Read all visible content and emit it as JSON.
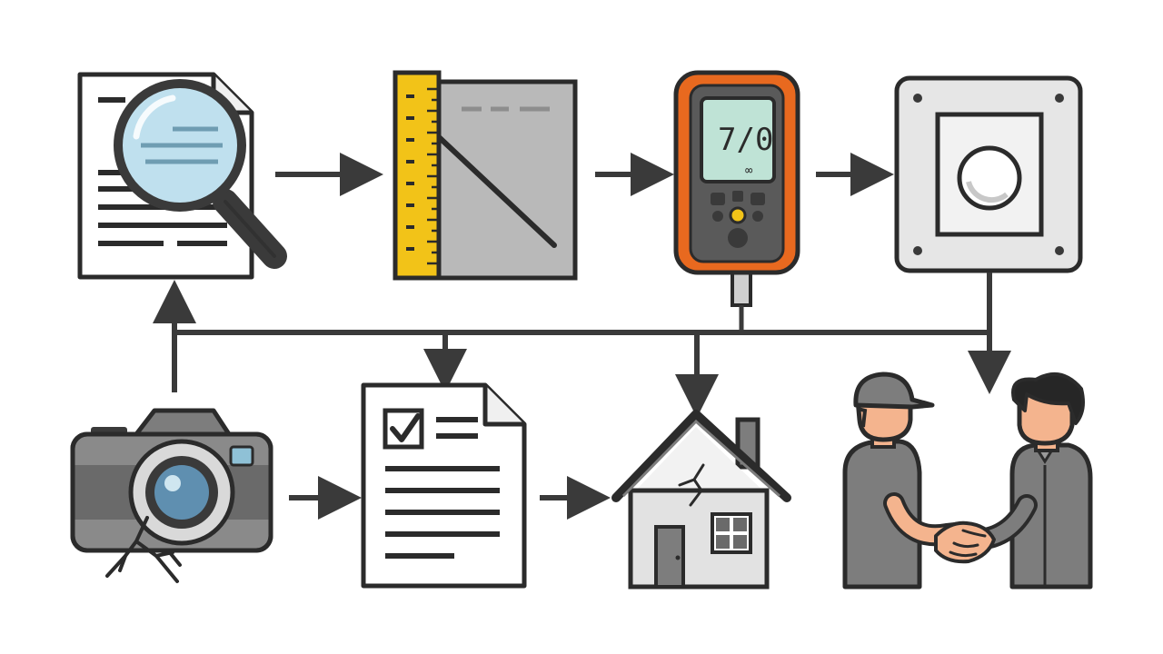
{
  "diagram": {
    "type": "process-flow",
    "steps": [
      {
        "id": "document-review",
        "icon": "document-magnifier-icon"
      },
      {
        "id": "measurement",
        "icon": "ruler-panel-icon"
      },
      {
        "id": "moisture-meter",
        "icon": "moisture-meter-icon"
      },
      {
        "id": "control-panel",
        "icon": "wall-panel-icon"
      },
      {
        "id": "photo-documentation",
        "icon": "camera-crack-icon"
      },
      {
        "id": "checklist-report",
        "icon": "checklist-document-icon"
      },
      {
        "id": "house-damage",
        "icon": "cracked-house-icon"
      },
      {
        "id": "client-handshake",
        "icon": "handshake-icon"
      }
    ],
    "meter_display_text": "7/0",
    "colors": {
      "stroke": "#2b2b2b",
      "gray_fill": "#8a8a8a",
      "light_gray": "#e6e6e6",
      "lens_blue": "#bfe0ee",
      "ruler_yellow": "#f2c318",
      "meter_orange": "#e8691f",
      "meter_screen": "#bfe3d6",
      "skin": "#f4b48e",
      "shirt_gray": "#7d7d7d",
      "hair": "#262626"
    }
  }
}
